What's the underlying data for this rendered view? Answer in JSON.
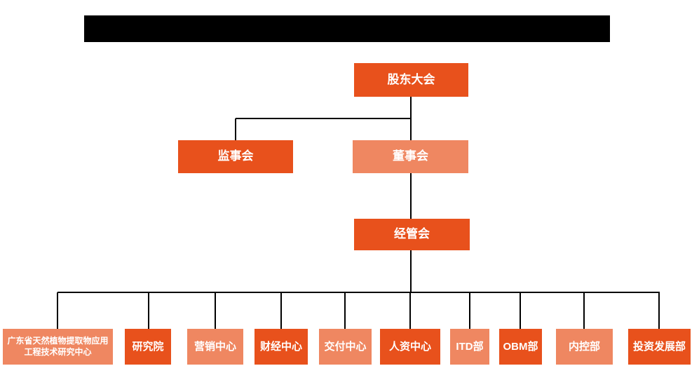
{
  "colors": {
    "node_dark": "#E8511C",
    "node_light": "#EF8761",
    "connector": "#000000",
    "redaction_bar": "#000000",
    "node_text": "#ffffff",
    "background": "#ffffff"
  },
  "header": {
    "redacted_title_bar": ""
  },
  "org_chart": {
    "level1": {
      "label": "股东大会",
      "variant": "dark"
    },
    "level2": [
      {
        "label": "监事会",
        "variant": "dark"
      },
      {
        "label": "董事会",
        "variant": "light"
      }
    ],
    "level3": {
      "label": "经管会",
      "variant": "dark"
    },
    "level4": [
      {
        "label": "广东省天然植物提取物应用工程技术研究中心",
        "variant": "light"
      },
      {
        "label": "研究院",
        "variant": "dark"
      },
      {
        "label": "营销中心",
        "variant": "light"
      },
      {
        "label": "财经中心",
        "variant": "dark"
      },
      {
        "label": "交付中心",
        "variant": "light"
      },
      {
        "label": "人资中心",
        "variant": "dark"
      },
      {
        "label": "ITD部",
        "variant": "light"
      },
      {
        "label": "OBM部",
        "variant": "dark"
      },
      {
        "label": "内控部",
        "variant": "light"
      },
      {
        "label": "投资发展部",
        "variant": "dark"
      }
    ]
  }
}
